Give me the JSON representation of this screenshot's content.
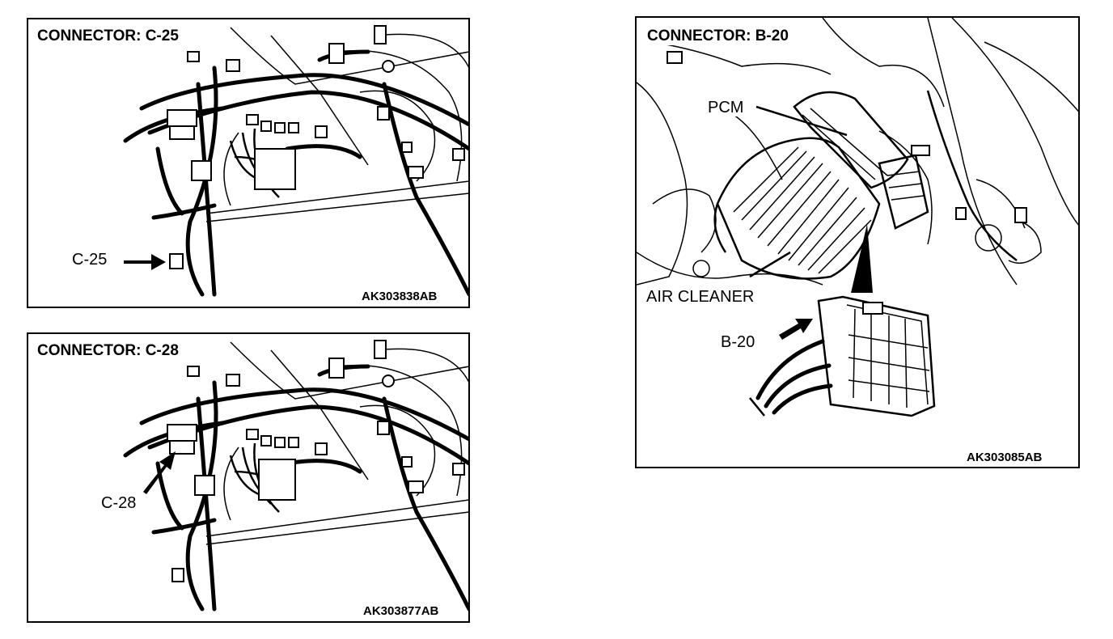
{
  "panels": {
    "c25": {
      "title": "CONNECTOR: C-25",
      "code": "AK303838AB",
      "callout": "C-25"
    },
    "c28": {
      "title": "CONNECTOR: C-28",
      "code": "AK303877AB",
      "callout": "C-28"
    },
    "b20": {
      "title": "CONNECTOR: B-20",
      "code": "AK303085AB",
      "labels": {
        "pcm": "PCM",
        "air_cleaner": "AIR CLEANER",
        "b20": "B-20"
      }
    }
  }
}
